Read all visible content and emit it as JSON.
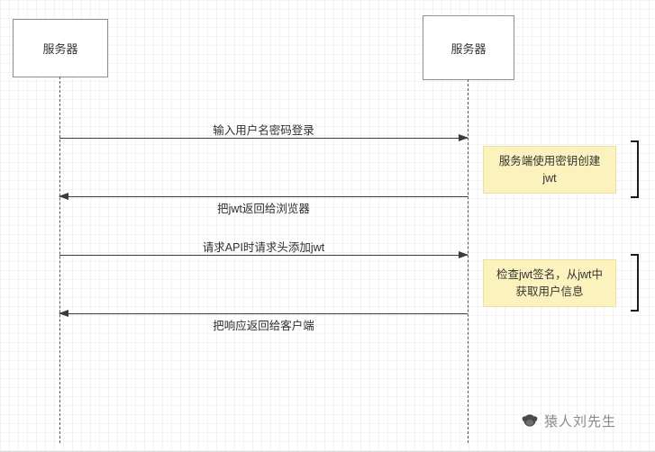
{
  "actors": [
    {
      "label": "服务器"
    },
    {
      "label": "服务器"
    }
  ],
  "messages": [
    {
      "label": "输入用户名密码登录",
      "direction": "right"
    },
    {
      "label": "把jwt返回给浏览器",
      "direction": "left"
    },
    {
      "label": "请求API时请求头添加jwt",
      "direction": "right"
    },
    {
      "label": "把响应返回给客户端",
      "direction": "left"
    }
  ],
  "notes": [
    {
      "text": "服务端使用密钥创建\njwt",
      "color": "#fcf2bd"
    },
    {
      "text": "检查jwt签名，从jwt中\n获取用户信息",
      "color": "#fcf2bd"
    }
  ],
  "watermark": {
    "text": "猿人刘先生"
  },
  "colors": {
    "line": "#3b3b3b",
    "note_background": "#fcf2bd",
    "grid": "#e9e9e9"
  }
}
